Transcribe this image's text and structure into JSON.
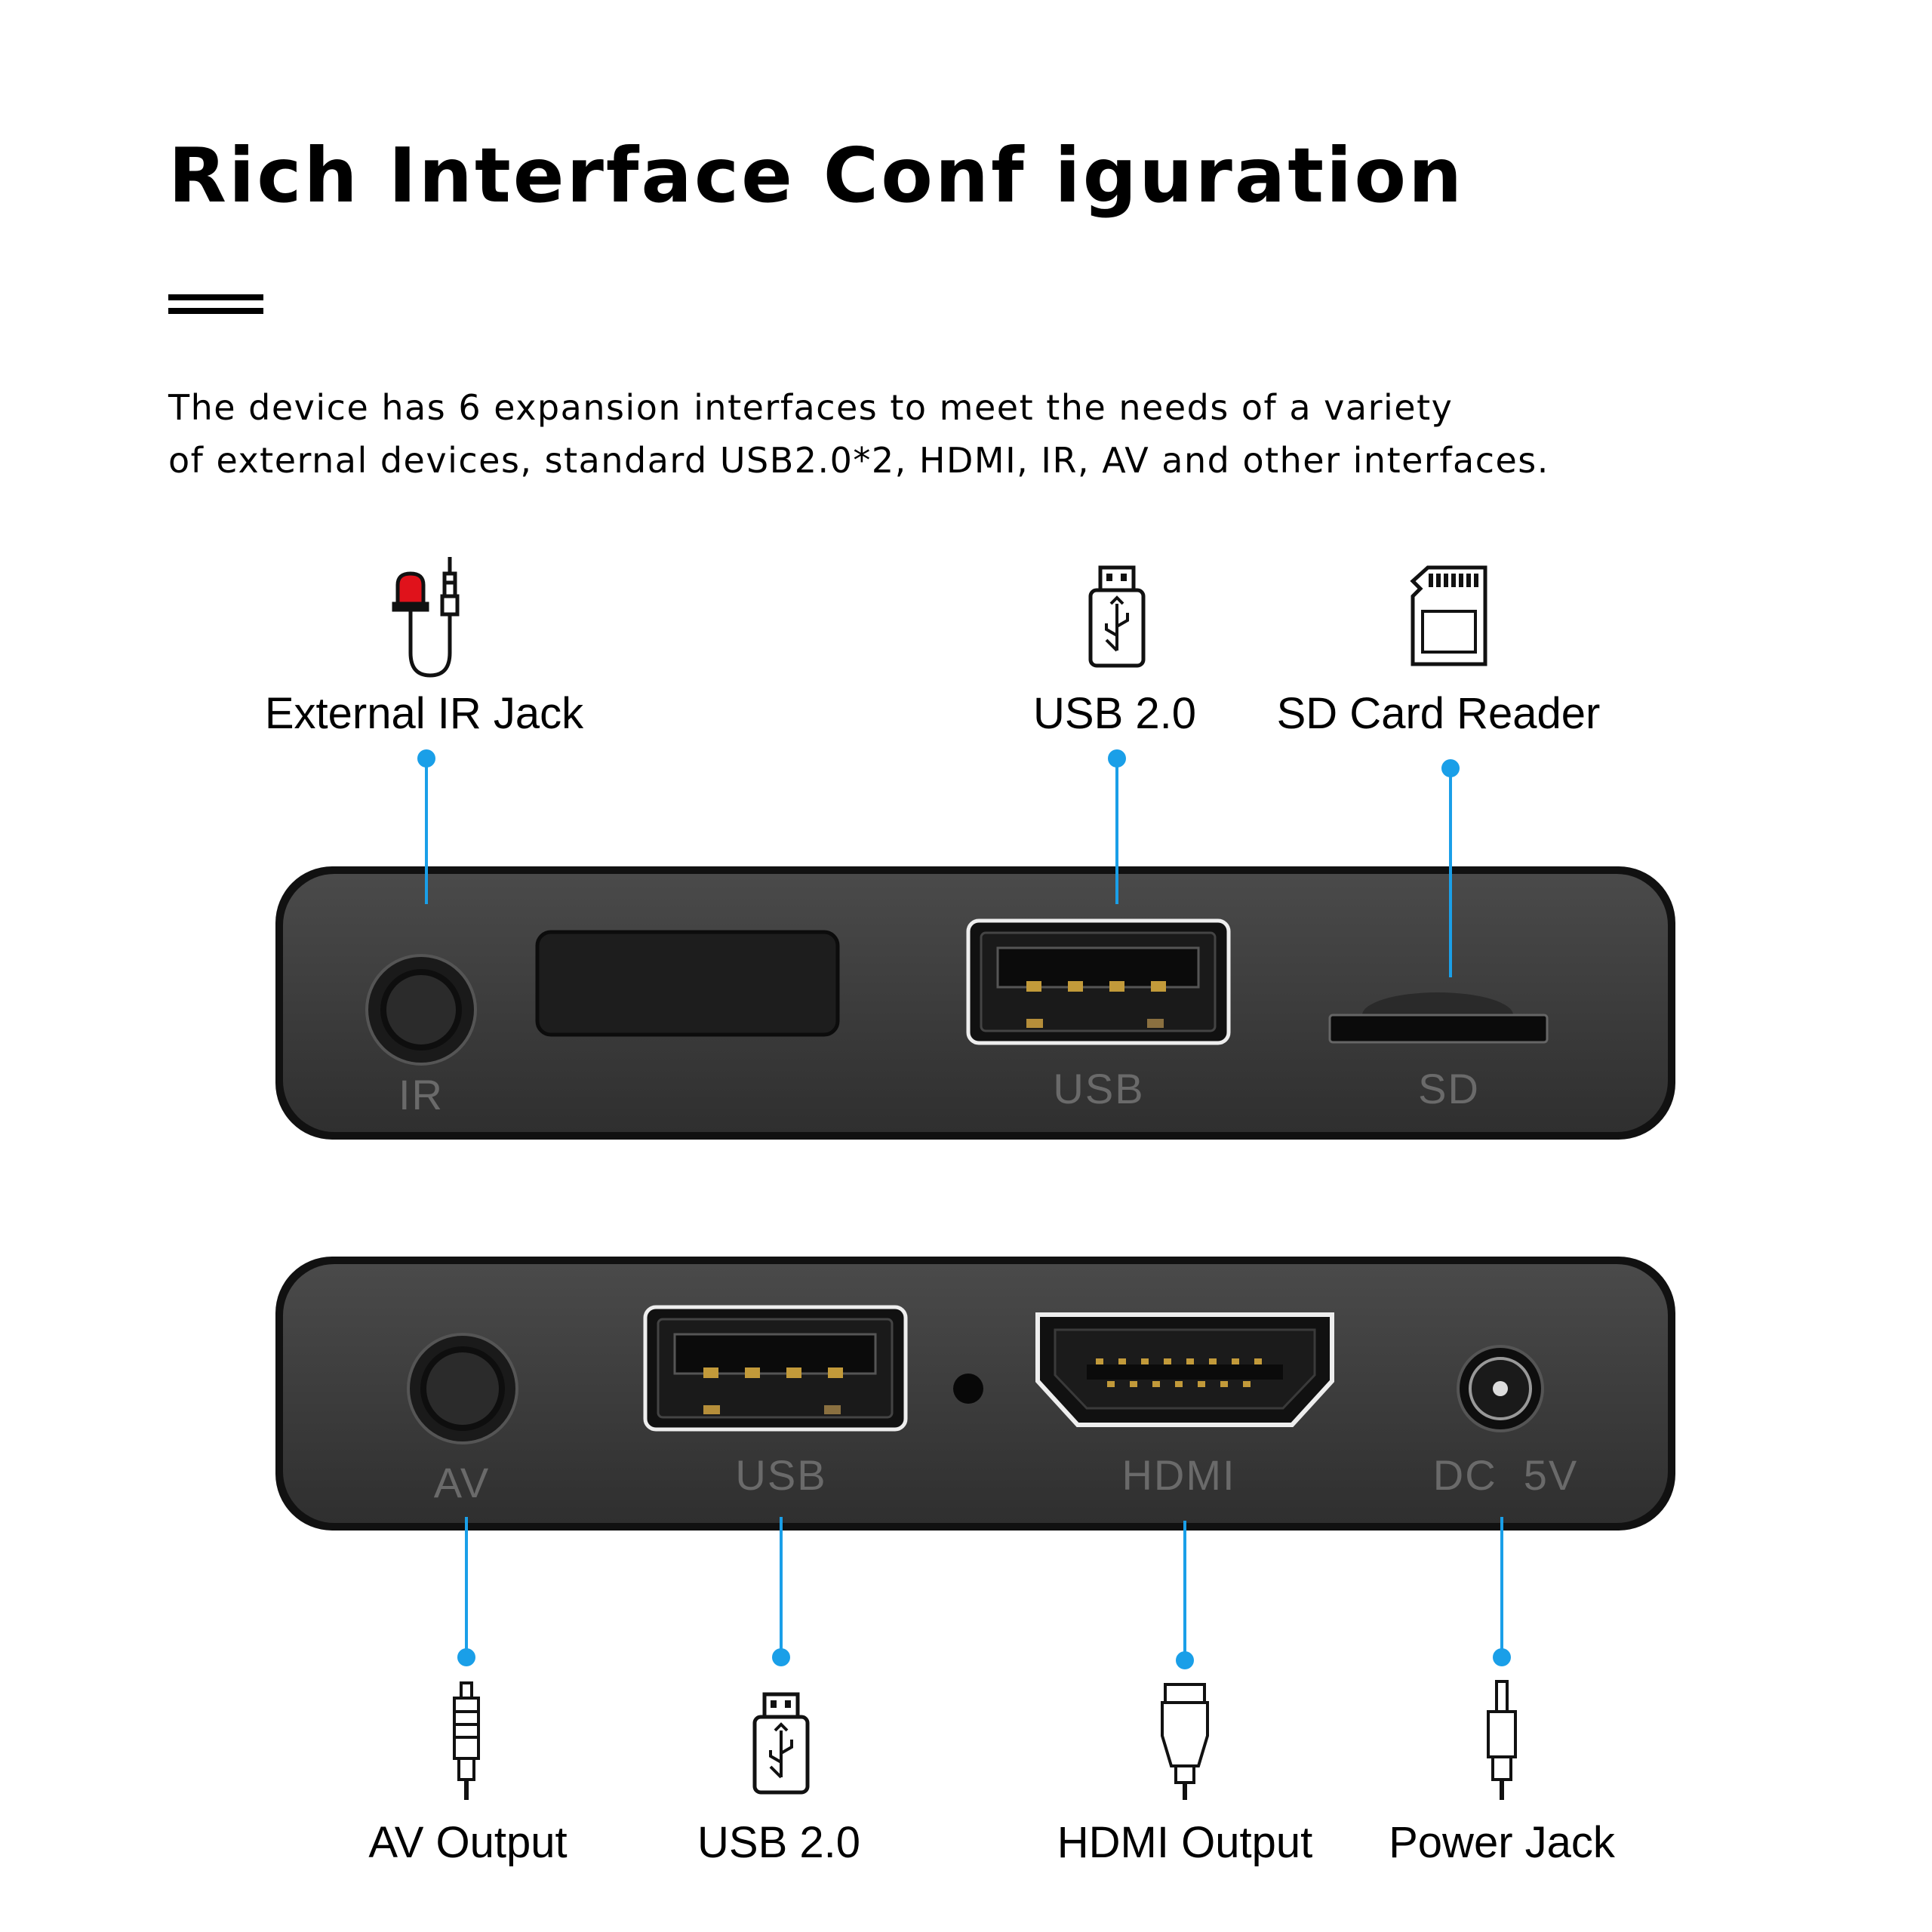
{
  "header": {
    "title": "Rich Interface Conf iguration",
    "description_line1": "The device has 6 expansion interfaces to meet the needs of a variety",
    "description_line2": "of external devices, standard USB2.0*2, HDMI, IR,  AV and other interfaces."
  },
  "colors": {
    "accent": "#1a9fe8",
    "device_body": "#3d3d3d",
    "device_border": "#111111",
    "ir_red": "#e0121b"
  },
  "top_panel": {
    "callouts": [
      {
        "label": "External IR Jack",
        "icon": "ir-cable-icon"
      },
      {
        "label": "USB 2.0",
        "icon": "usb-stick-icon"
      },
      {
        "label": "SD Card Reader",
        "icon": "sd-card-icon"
      }
    ],
    "port_labels": {
      "ir": "IR",
      "usb": "USB",
      "sd": "SD"
    }
  },
  "bottom_panel": {
    "callouts": [
      {
        "label": "AV Output",
        "icon": "rca-plug-icon"
      },
      {
        "label": "USB 2.0",
        "icon": "usb-stick-icon"
      },
      {
        "label": "HDMI Output",
        "icon": "hdmi-plug-icon"
      },
      {
        "label": "Power Jack",
        "icon": "dc-plug-icon"
      }
    ],
    "port_labels": {
      "av": "AV",
      "usb": "USB",
      "hdmi": "HDMI",
      "dc": "DC  5V"
    }
  }
}
